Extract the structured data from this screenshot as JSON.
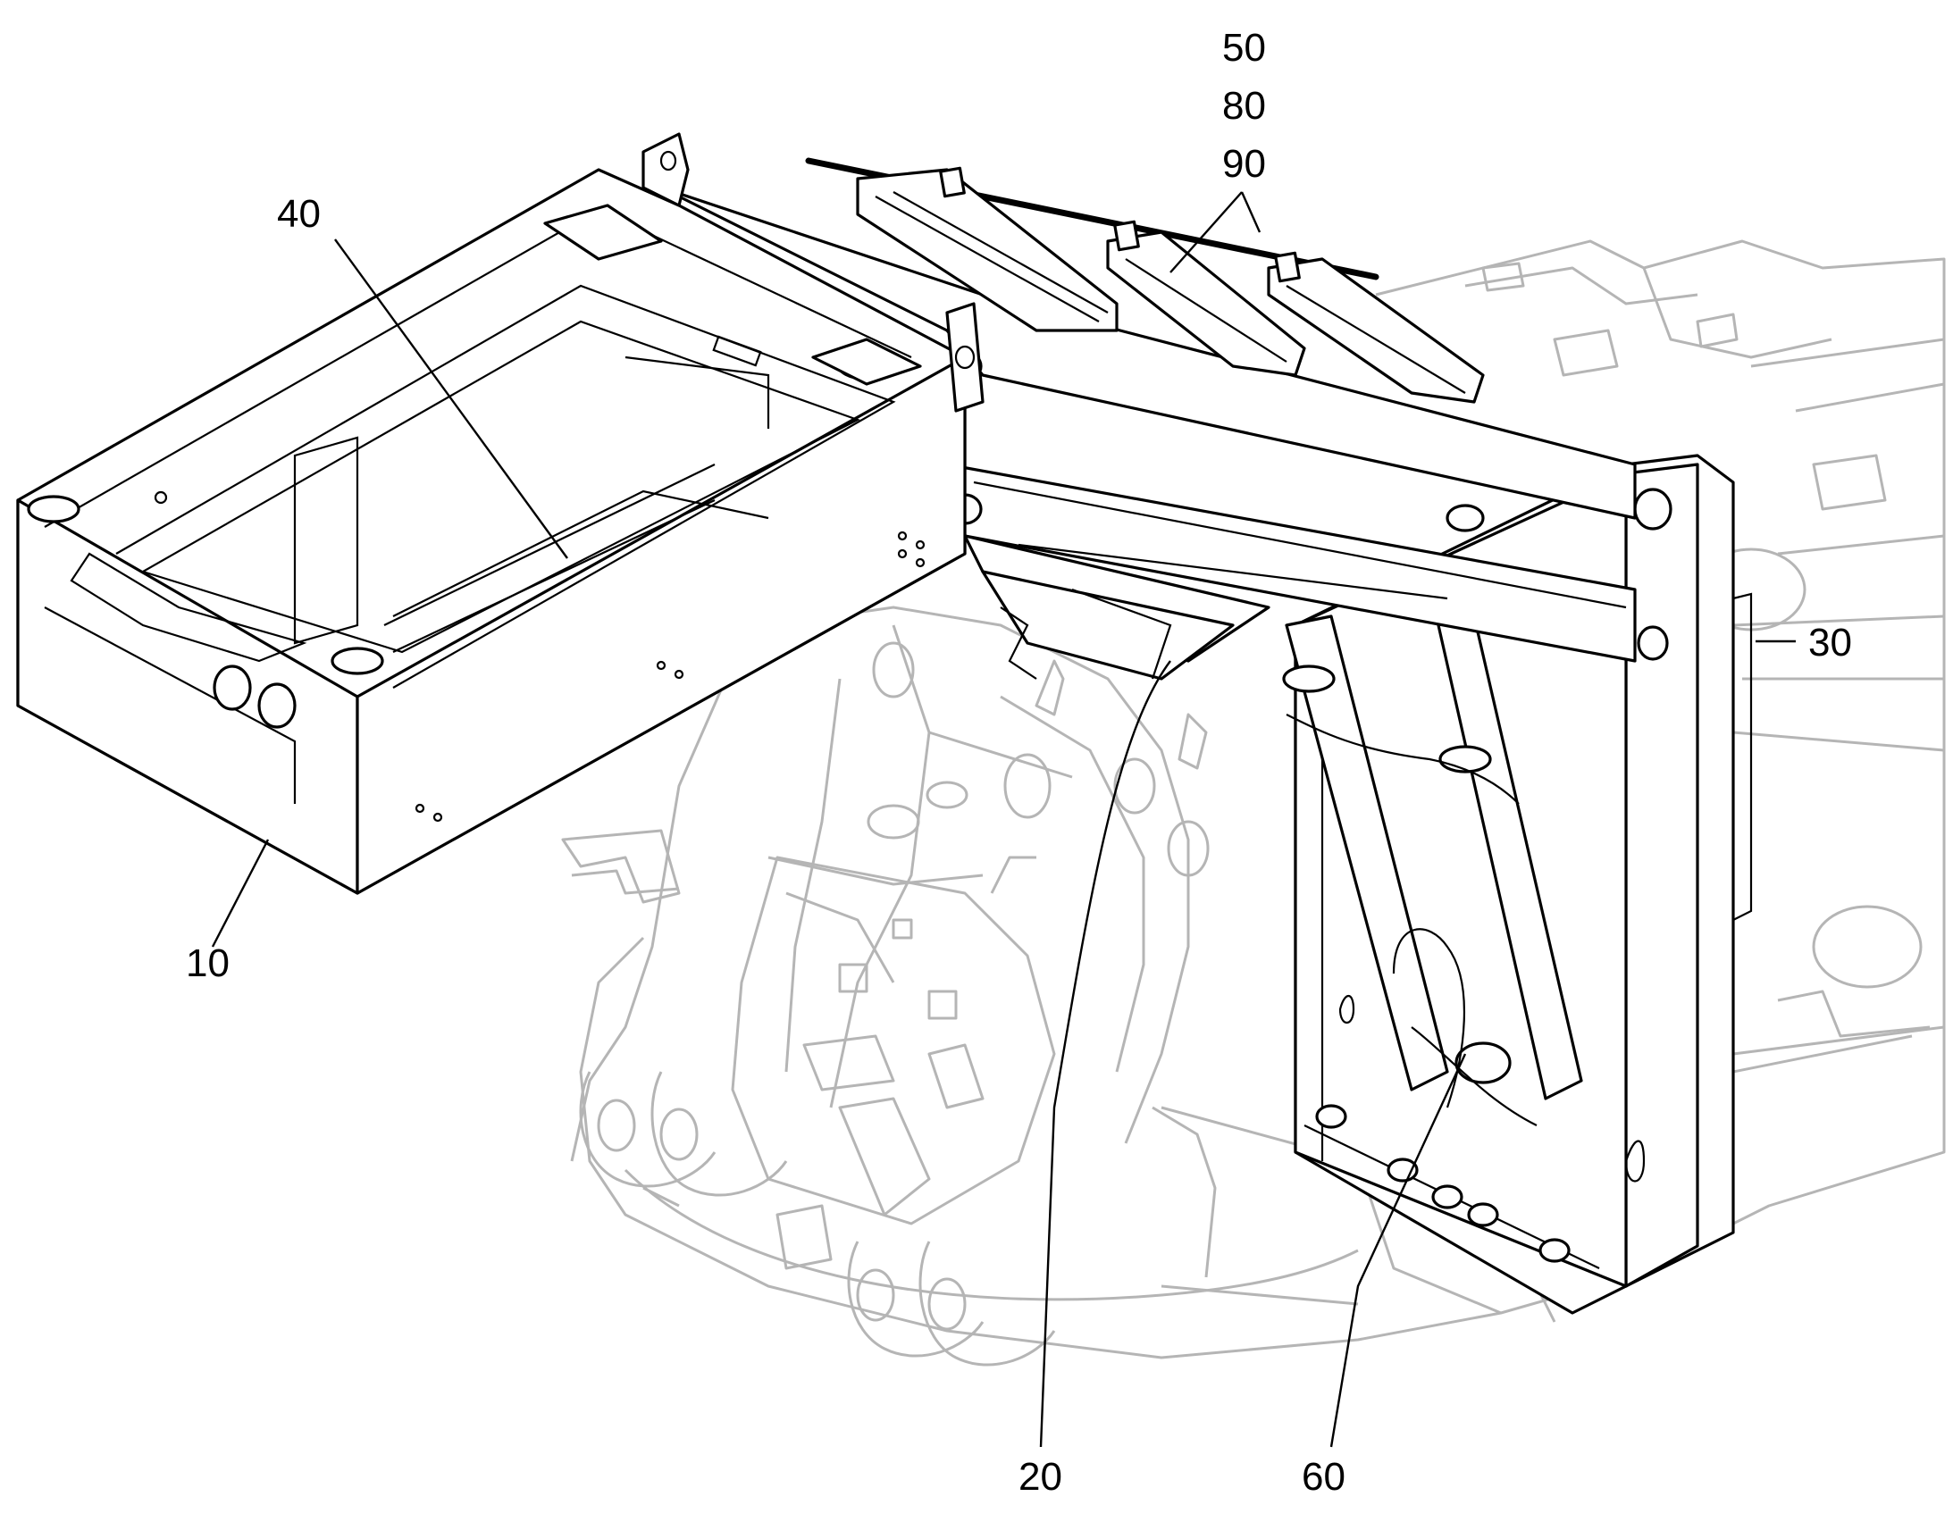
{
  "callouts": {
    "c10": "10",
    "c20": "20",
    "c30": "30",
    "c40": "40",
    "c50": "50",
    "c60": "60",
    "c80": "80",
    "c90": "90"
  },
  "colors": {
    "line": "#000000",
    "background_assembly": "#b5b5b5",
    "paper": "#ffffff"
  }
}
